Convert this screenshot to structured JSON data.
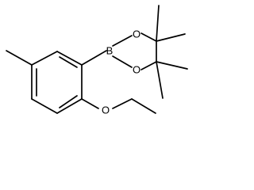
{
  "molecule": {
    "atoms": {
      "boron": "B",
      "ring_oxygen_top": "O",
      "ring_oxygen_bottom": "O",
      "ether_oxygen": "O"
    }
  }
}
